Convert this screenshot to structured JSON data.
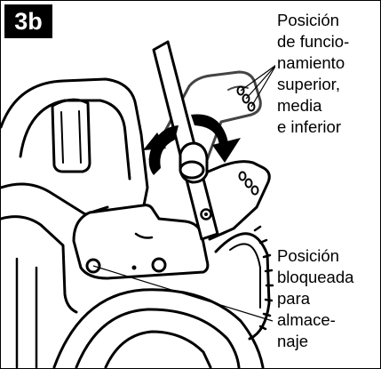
{
  "figure": {
    "label": "3b"
  },
  "callouts": {
    "operating": "Posición\nde funcio-\nnamiento\nsuperior,\nmedia\ne inferior",
    "storage": "Posición\nbloqueada\npara\nalmace-\nnaje"
  }
}
